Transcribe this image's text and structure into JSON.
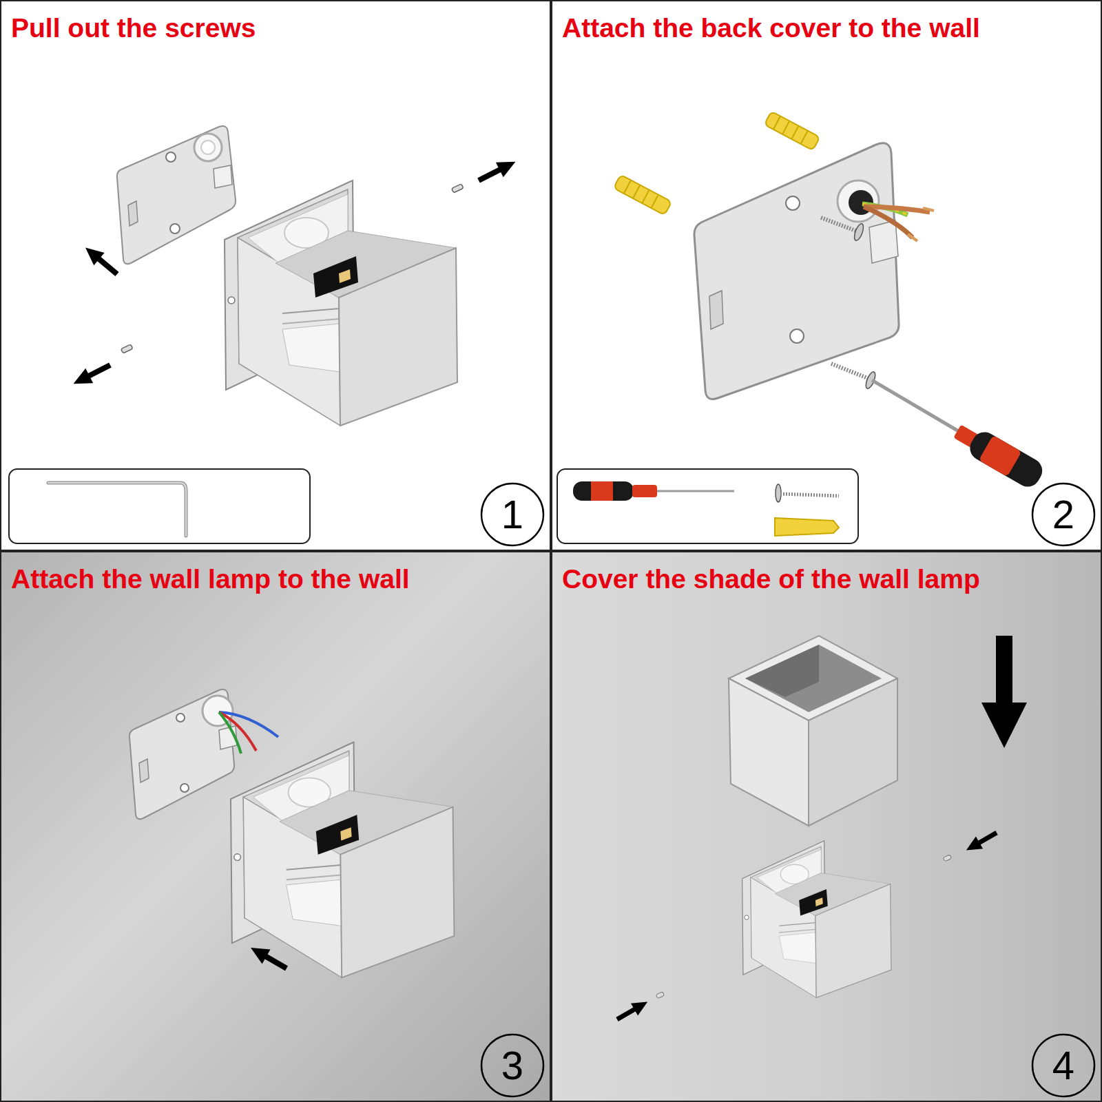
{
  "diagram": {
    "nodes": [
      {
        "text": [
          "Pull out the screws"
        ]
      },
      {
        "text": [
          "1"
        ],
        "in": 0
      },
      {
        "text": [
          "Attach the back cover to the wall"
        ]
      },
      {
        "text": [
          "2"
        ],
        "in": 2
      },
      {
        "text": [
          "Attach the wall lamp to the wall"
        ]
      },
      {
        "text": [
          "3"
        ],
        "in": 4
      },
      {
        "text": [
          "Cover the shade of the wall lamp"
        ]
      },
      {
        "text": [
          "4"
        ],
        "in": 6
      }
    ]
  }
}
